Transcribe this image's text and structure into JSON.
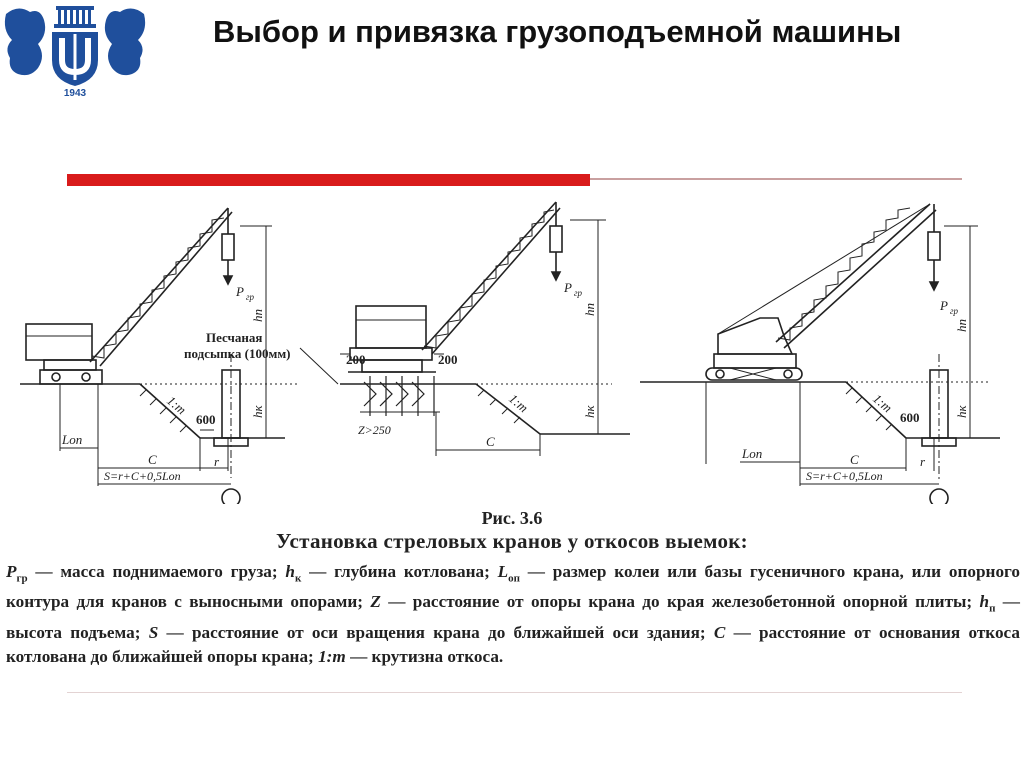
{
  "slide": {
    "title": "Выбор и привязка грузоподъемной машины"
  },
  "logo": {
    "year": "1943"
  },
  "figure": {
    "caption_number": "Рис. 3.6",
    "caption_title": "Установка стреловых кранов у откосов выемок:",
    "labels": {
      "load_symbol": "P",
      "load_sub": "гр",
      "lift_height": "hп",
      "pit_depth": "hк",
      "slope": "1:m",
      "dist_600": "600",
      "l_op": "Lоп",
      "c": "C",
      "r": "r",
      "s_formula": "S=r+C+0,5Lоп",
      "sand_fill_1": "Песчаная",
      "sand_fill_2": "подсыпка (100мм)",
      "dim_200_left": "200",
      "dim_200_right": "200",
      "z_note": "Z>250"
    }
  },
  "legend": {
    "seg1": " — масса поднимаемого груза; ",
    "seg2": " — глубина котлована; ",
    "seg3": " — размер колеи или базы гусеничного крана, или опорного контура для кранов с выносными опорами; ",
    "seg4": " — расстояние от опоры крана до края железобетонной опорной плиты; ",
    "seg5": " — высота подъема; ",
    "seg6": " — расстояние от оси вращения крана до ближайшей оси здания; ",
    "seg7": " — расстояние от основания откоса котлована до ближайшей опоры крана; ",
    "seg8": " — крутизна откоса.",
    "sym_p": "P",
    "sub_gr": "гр",
    "sym_h": "h",
    "sub_k": "к",
    "sym_l": "L",
    "sub_op": "оп",
    "sym_z": "Z",
    "sub_p": "п",
    "sym_s": "S",
    "sym_c": "C",
    "sym_m": "1:m"
  }
}
